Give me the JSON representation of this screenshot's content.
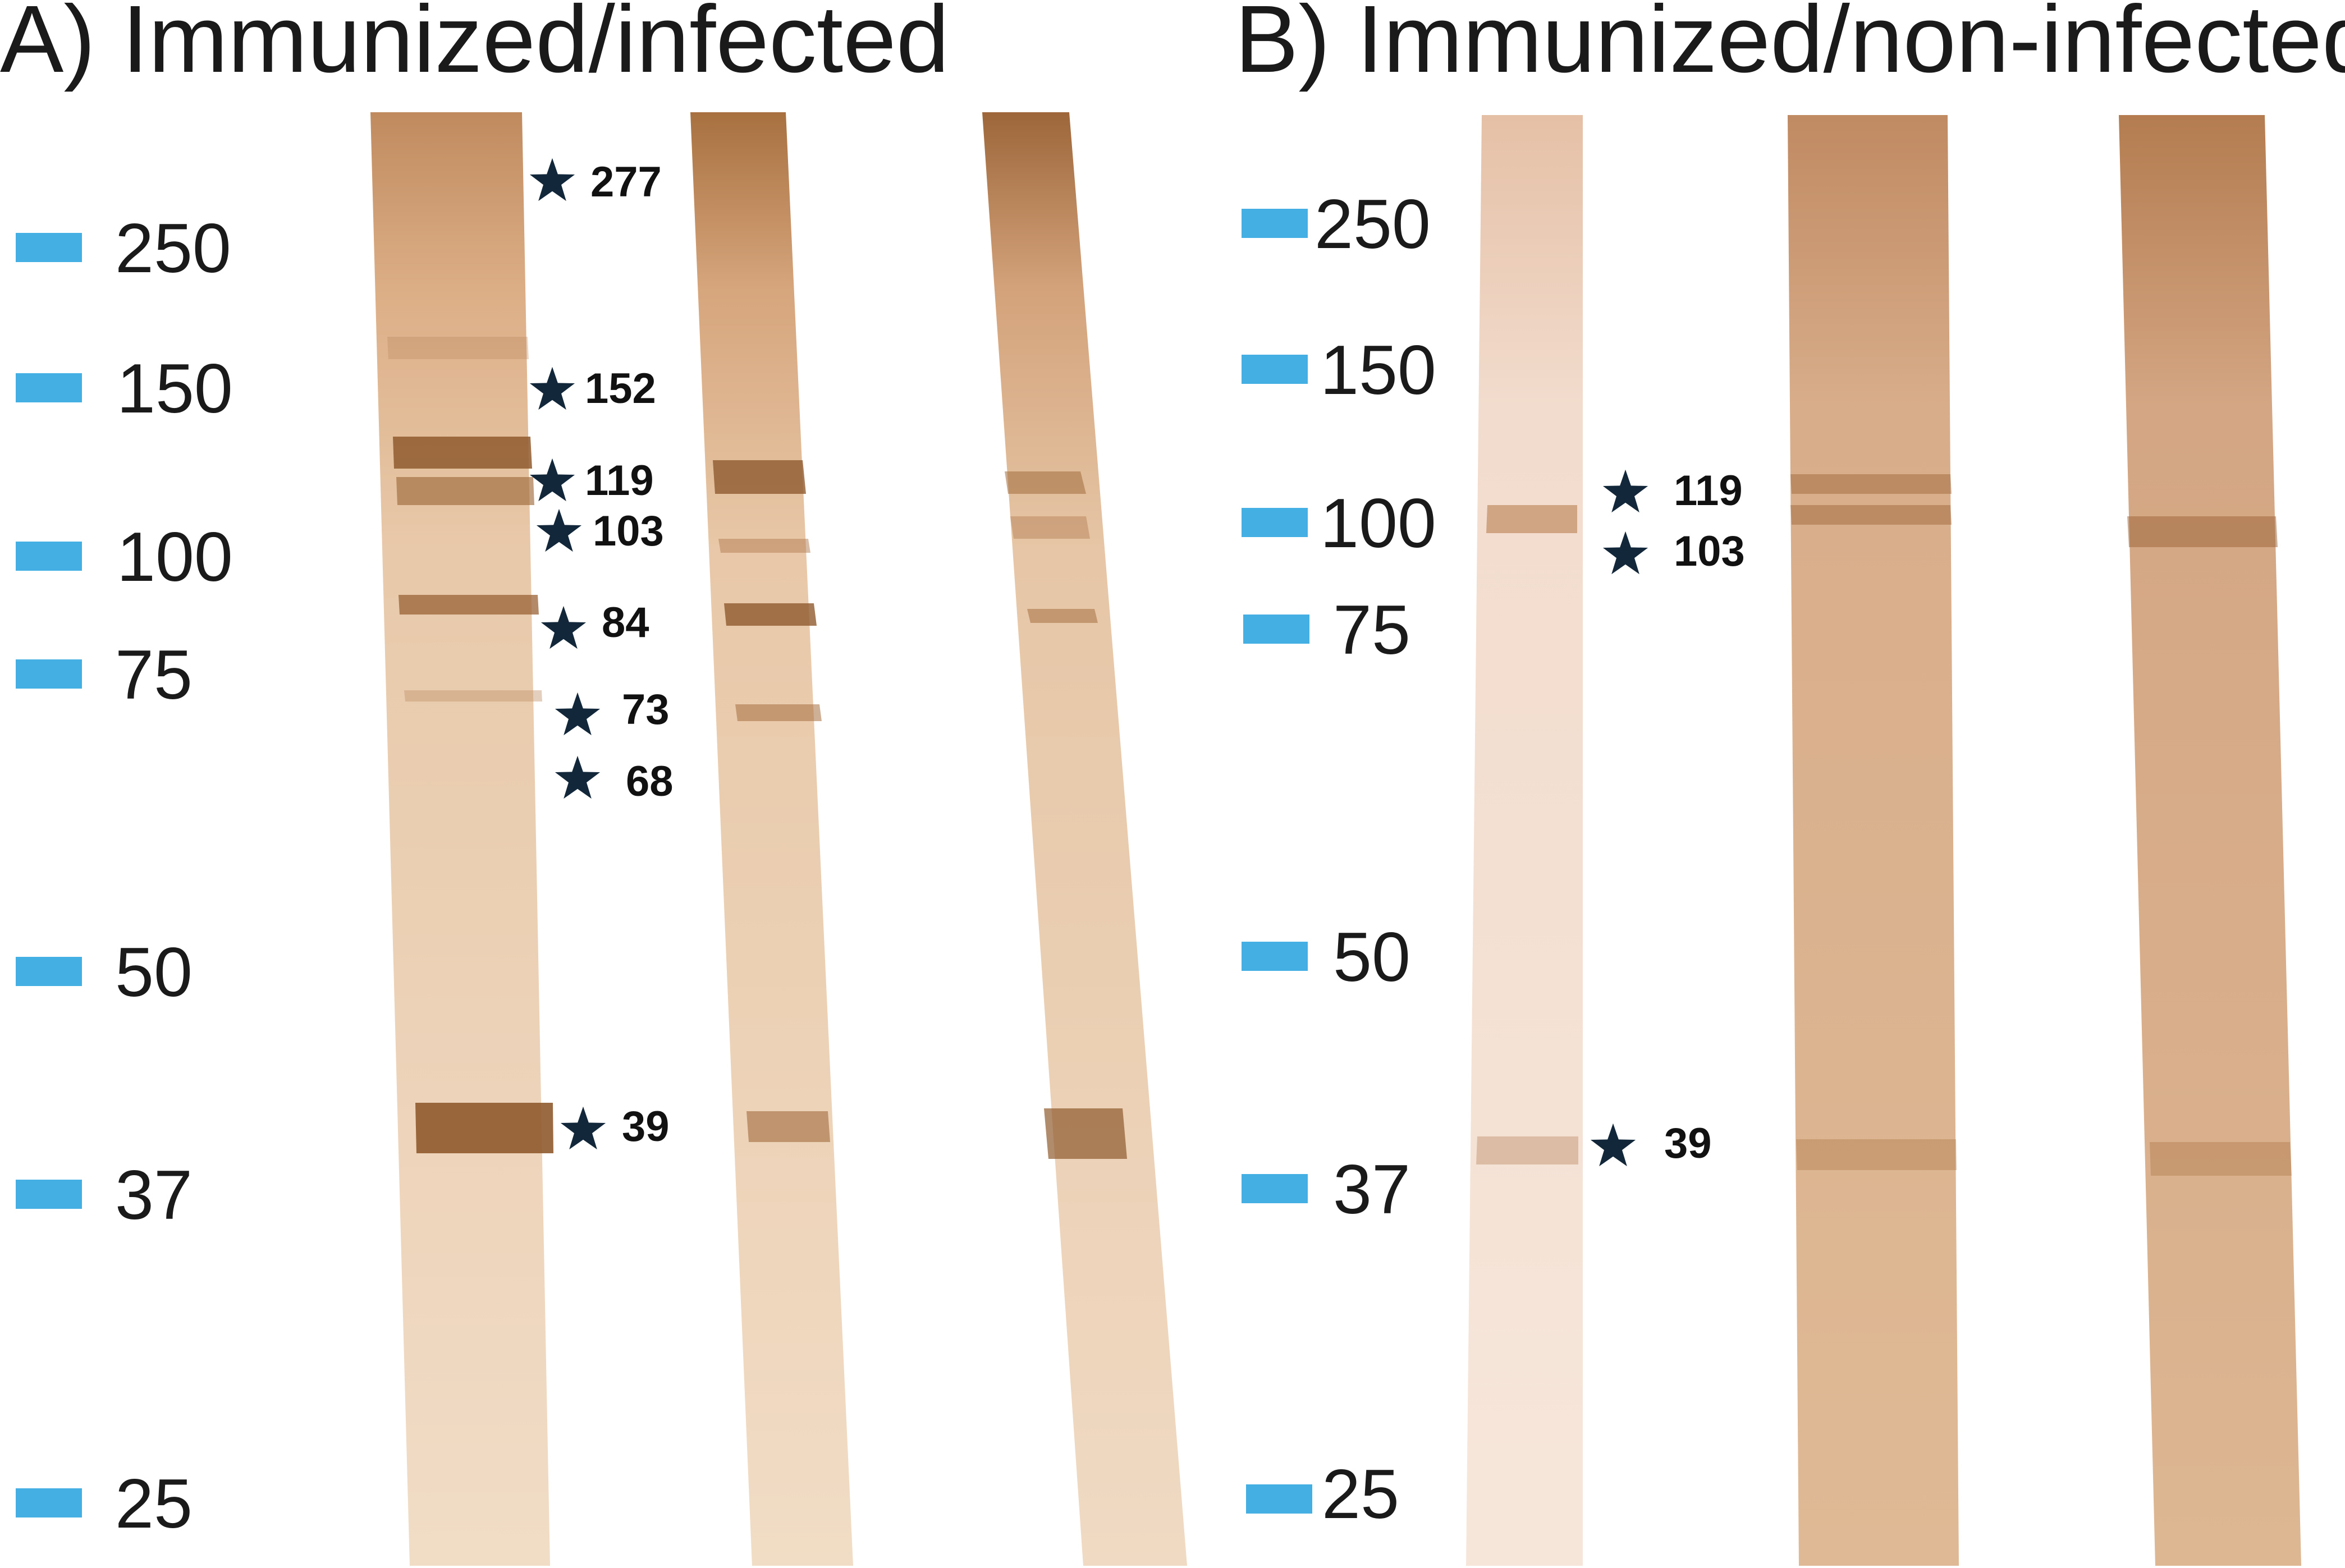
{
  "panels": [
    {
      "title": "A) Immunized/infected",
      "markers": [
        "250",
        "150",
        "100",
        "75",
        "50",
        "37",
        "25"
      ],
      "band_labels": [
        "277",
        "152",
        "119",
        "103",
        "84",
        "73",
        "68",
        "39"
      ]
    },
    {
      "title": "B) Immunized/non-infected",
      "markers": [
        "250",
        "150",
        "100",
        "75",
        "50",
        "37",
        "25"
      ],
      "band_labels": [
        "119",
        "103",
        "39"
      ]
    }
  ],
  "colors": {
    "marker": "#43afe2",
    "star": "#12283a",
    "strip_light": "#f3dfcc",
    "strip_medium": "#e0b896",
    "band_dark": "#8f5a2e"
  },
  "icons": {
    "marker": "blue-rectangle",
    "band_indicator": "star-icon"
  }
}
